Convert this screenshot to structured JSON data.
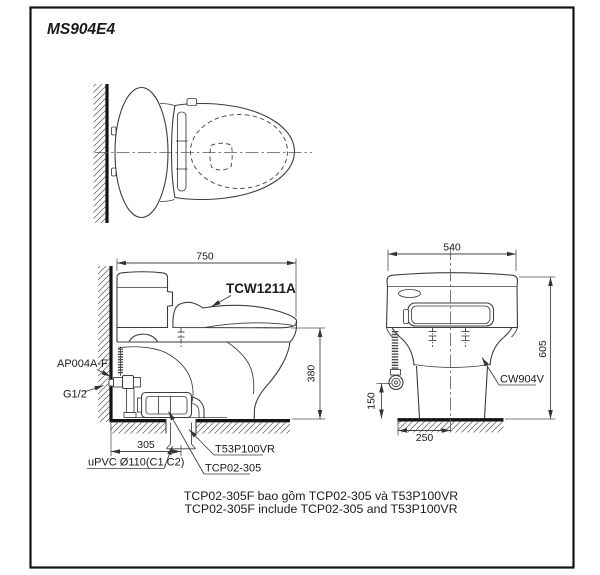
{
  "page": {
    "title": "MS904E4"
  },
  "side_view": {
    "dims": {
      "width": "750",
      "height": "380",
      "drain_offset": "305"
    },
    "labels": {
      "washlet": "TCW1211A",
      "stop_valve": "AP004A-F",
      "supply_thread": "G1/2",
      "seal": "T53P100VR",
      "flange": "TCP02-305",
      "drain_pipe": "uPVC Ø110(C1,C2)"
    }
  },
  "front_view": {
    "dims": {
      "width": "540",
      "height": "605",
      "supply_height": "150",
      "drain_center": "250"
    },
    "labels": {
      "bowl": "CW904V"
    }
  },
  "notes": {
    "line1_vi": "TCP02-305F bao gồm TCP02-305 và T53P100VR",
    "line2_en": "TCP02-305F include TCP02-305 and T53P100VR"
  },
  "colors": {
    "line": "#3d3d3d",
    "thick": "#141414",
    "text": "#1b1b1b"
  }
}
